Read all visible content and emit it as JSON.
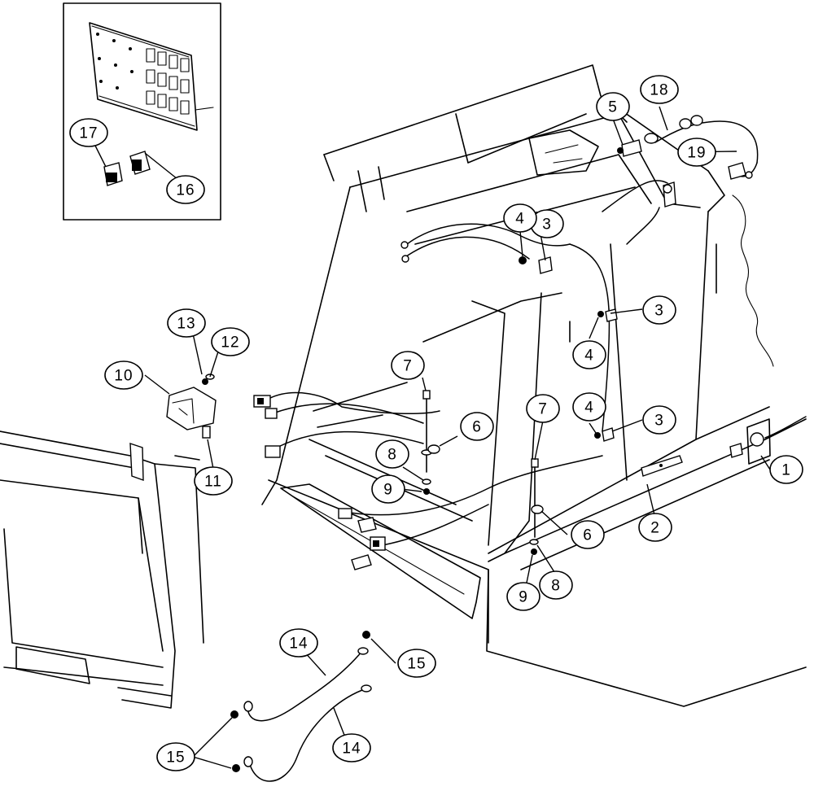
{
  "callouts": [
    {
      "id": "c1",
      "label": "1"
    },
    {
      "id": "c2",
      "label": "2"
    },
    {
      "id": "c3a",
      "label": "3"
    },
    {
      "id": "c3b",
      "label": "3"
    },
    {
      "id": "c3c",
      "label": "3"
    },
    {
      "id": "c4a",
      "label": "4"
    },
    {
      "id": "c4b",
      "label": "4"
    },
    {
      "id": "c4c",
      "label": "4"
    },
    {
      "id": "c5",
      "label": "5"
    },
    {
      "id": "c6a",
      "label": "6"
    },
    {
      "id": "c6b",
      "label": "6"
    },
    {
      "id": "c7a",
      "label": "7"
    },
    {
      "id": "c7b",
      "label": "7"
    },
    {
      "id": "c8a",
      "label": "8"
    },
    {
      "id": "c8b",
      "label": "8"
    },
    {
      "id": "c9a",
      "label": "9"
    },
    {
      "id": "c9b",
      "label": "9"
    },
    {
      "id": "c10",
      "label": "10"
    },
    {
      "id": "c11",
      "label": "11"
    },
    {
      "id": "c12",
      "label": "12"
    },
    {
      "id": "c13",
      "label": "13"
    },
    {
      "id": "c14a",
      "label": "14"
    },
    {
      "id": "c14b",
      "label": "14"
    },
    {
      "id": "c15a",
      "label": "15"
    },
    {
      "id": "c15b",
      "label": "15"
    },
    {
      "id": "c16",
      "label": "16"
    },
    {
      "id": "c17",
      "label": "17"
    },
    {
      "id": "c18",
      "label": "18"
    },
    {
      "id": "c19",
      "label": "19"
    }
  ]
}
